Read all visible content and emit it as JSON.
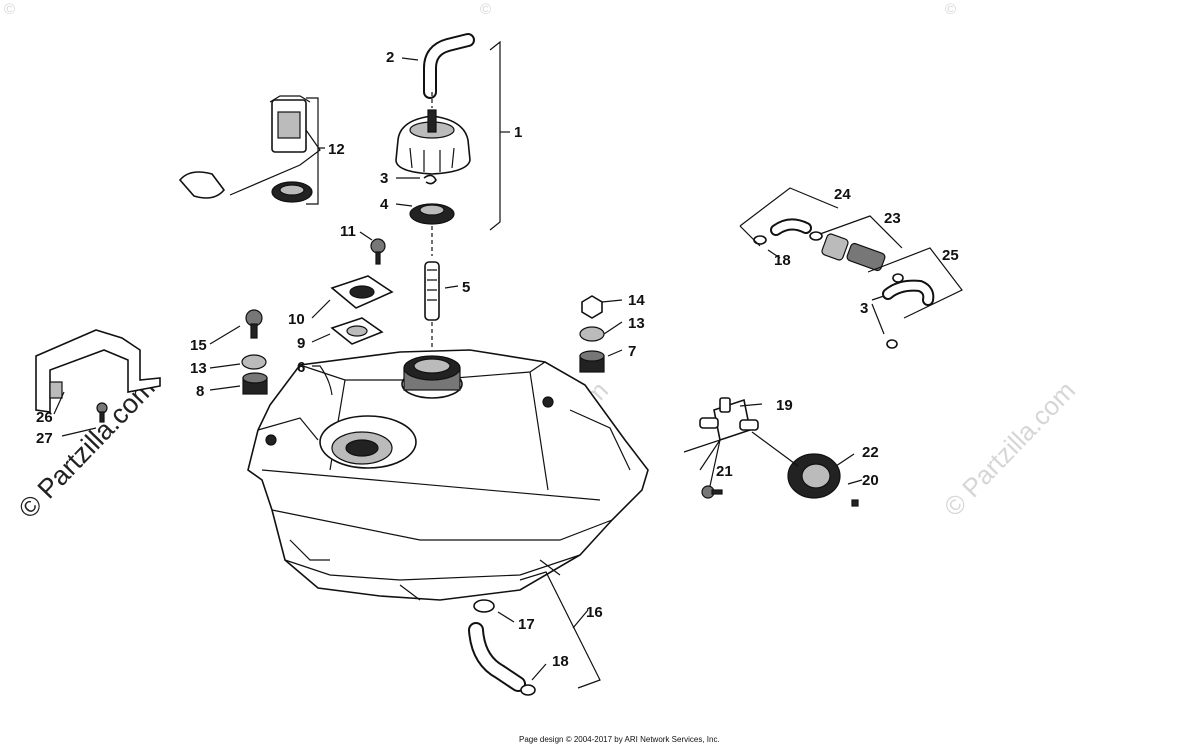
{
  "watermarks": {
    "left": "© Partzilla.com",
    "repeat": "© Partzilla.com",
    "mark": "©"
  },
  "footer": "Page design © 2004-2017 by ARI Network Services, Inc.",
  "callouts": {
    "c1": "1",
    "c2": "2",
    "c3a": "3",
    "c3b": "3",
    "c4": "4",
    "c5": "5",
    "c6": "6",
    "c7": "7",
    "c8": "8",
    "c9": "9",
    "c10": "10",
    "c11": "11",
    "c12": "12",
    "c13a": "13",
    "c13b": "13",
    "c14": "14",
    "c15": "15",
    "c16": "16",
    "c17": "17",
    "c18a": "18",
    "c18b": "18",
    "c19": "19",
    "c20": "20",
    "c21": "21",
    "c22": "22",
    "c23": "23",
    "c24": "24",
    "c25": "25",
    "c26": "26",
    "c27": "27"
  }
}
